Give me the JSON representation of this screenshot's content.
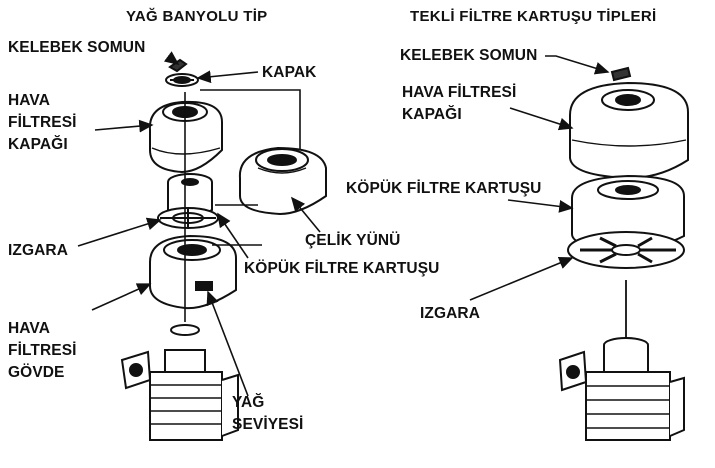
{
  "titles": {
    "left": "YAĞ BANYOLU TİP",
    "right": "TEKLİ FİLTRE KARTUŞU TİPLERİ"
  },
  "left_labels": {
    "wing_nut": "KELEBEK SOMUN",
    "cover": "KAPAK",
    "filter_cover": [
      "HAVA",
      "FİLTRESİ",
      "KAPAĞI"
    ],
    "grid": "IZGARA",
    "steel_wool": "ÇELİK YÜNÜ",
    "foam": "KÖPÜK FİLTRE KARTUŞU",
    "filter_body": [
      "HAVA",
      "FİLTRESİ",
      "GÖVDE"
    ],
    "oil_level": [
      "YAĞ",
      "SEVİYESİ"
    ]
  },
  "right_labels": {
    "wing_nut": "KELEBEK SOMUN",
    "filter_cover": [
      "HAVA FİLTRESİ",
      "KAPAĞI"
    ],
    "foam": "KÖPÜK FİLTRE KARTUŞU",
    "grid": "IZGARA"
  }
}
